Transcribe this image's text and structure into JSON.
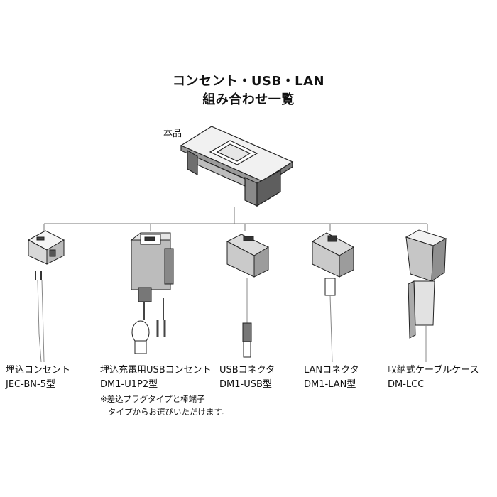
{
  "title_line1": "コンセント・USB・LAN",
  "title_line2": "組み合わせ一覧",
  "main_unit_label": "本品",
  "products": [
    {
      "name": "埋込コンセント",
      "model": "JEC-BN-5型"
    },
    {
      "name": "埋込充電用USBコンセント",
      "model": "DM1-U1P2型"
    },
    {
      "name": "USBコネクタ",
      "model": "DM1-USB型"
    },
    {
      "name": "LANコネクタ",
      "model": "DM1-LAN型"
    },
    {
      "name": "収納式ケーブルケース",
      "model": "DM-LCC"
    }
  ],
  "note_line1": "※差込プラグタイプと棒端子",
  "note_line2": "タイプからお選びいただけます。"
}
